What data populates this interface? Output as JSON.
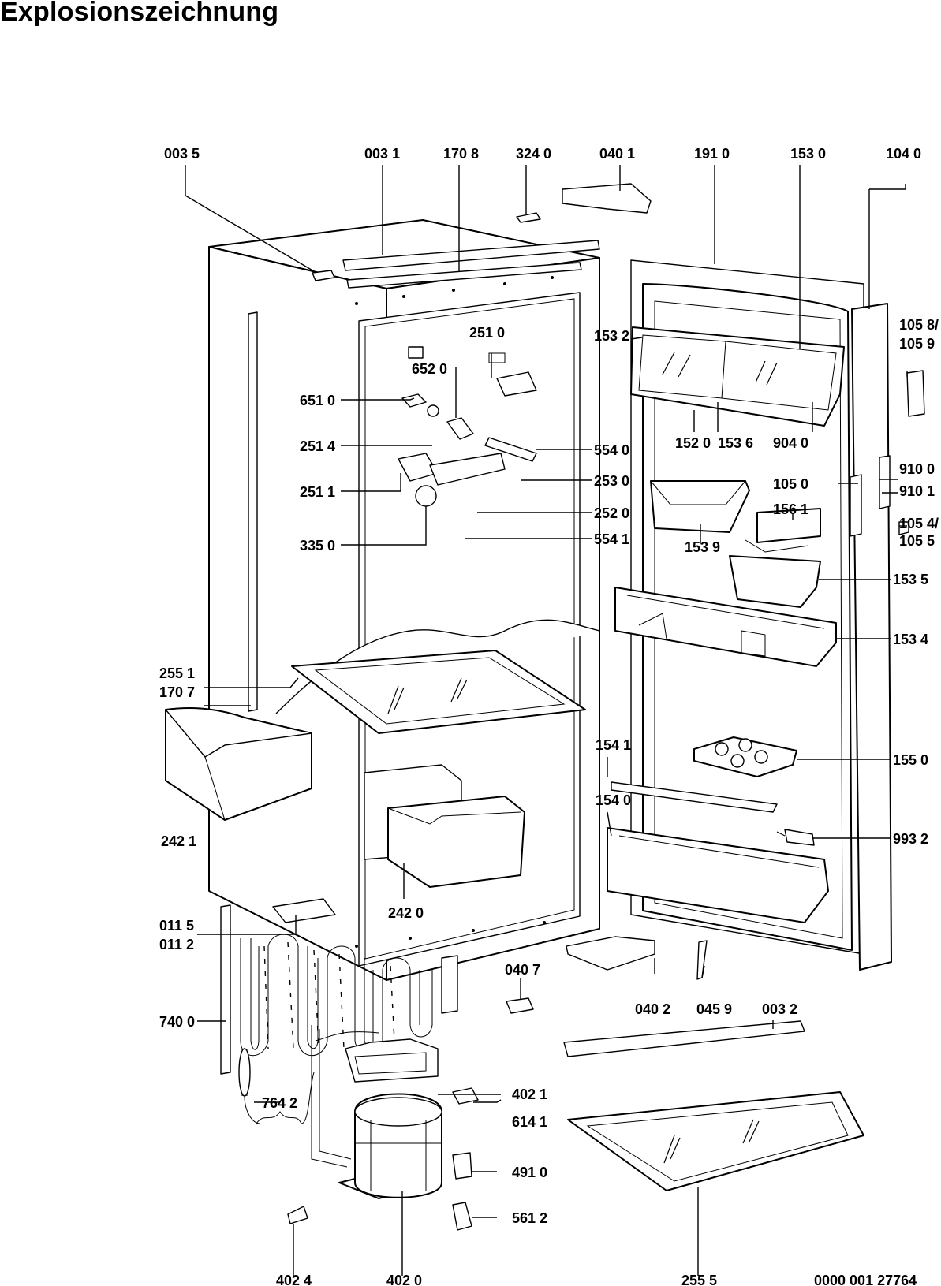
{
  "title": "Explosionszeichnung",
  "drawing_number": "0000 001 27764",
  "labels": {
    "l0035": "003 5",
    "l0031": "003 1",
    "l1708": "170 8",
    "l3240": "324 0",
    "l0401": "040 1",
    "l1910": "191 0",
    "l1530": "153 0",
    "l1040": "104 0",
    "l1532": "153 2",
    "l2510": "251 0",
    "l6520": "652 0",
    "l6510": "651 0",
    "l2514": "251 4",
    "l5540": "554 0",
    "l2511": "251 1",
    "l2530": "253 0",
    "l2520": "252 0",
    "l3350": "335 0",
    "l5541": "554 1",
    "l1520": "152 0",
    "l1536": "153 6",
    "l9040": "904 0",
    "l10589a": "105 8/",
    "l10589b": "105 9",
    "l9100": "910 0",
    "l9101": "910 1",
    "l1050": "105 0",
    "l1561": "156 1",
    "l1539": "153 9",
    "l10545a": "105 4/",
    "l10545b": "105 5",
    "l1535": "153 5",
    "l1534": "153 4",
    "l2551": "255 1",
    "l1707": "170 7",
    "l2421": "242 1",
    "l1541": "154 1",
    "l1550": "155 0",
    "l1540": "154 0",
    "l9932": "993 2",
    "l2420": "242 0",
    "l0115": "011 5",
    "l0112": "011 2",
    "l0407": "040 7",
    "l0402": "040 2",
    "l0459": "045 9",
    "l0032": "003 2",
    "l7400": "740 0",
    "l4021": "402 1",
    "l7642": "764 2",
    "l6141": "614 1",
    "l4910": "491 0",
    "l5612": "561 2",
    "l4024": "402 4",
    "l4020": "402 0",
    "l2555": "255 5"
  }
}
